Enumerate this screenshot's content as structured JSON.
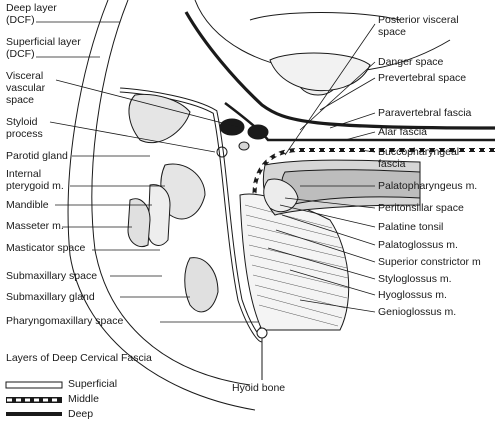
{
  "labels_left": [
    {
      "id": "deep-layer",
      "lines": [
        "Deep layer",
        "(DCF)"
      ]
    },
    {
      "id": "superficial-layer",
      "lines": [
        "Superficial layer",
        "(DCF)"
      ]
    },
    {
      "id": "visceral-vascular-space",
      "lines": [
        "Visceral",
        "vascular",
        "space"
      ]
    },
    {
      "id": "styloid-process",
      "lines": [
        "Styloid",
        "process"
      ]
    },
    {
      "id": "parotid-gland",
      "lines": [
        "Parotid gland"
      ]
    },
    {
      "id": "internal-pterygoid",
      "lines": [
        "Internal",
        "pterygoid m."
      ]
    },
    {
      "id": "mandible",
      "lines": [
        "Mandible"
      ]
    },
    {
      "id": "masseter",
      "lines": [
        "Masseter m."
      ]
    },
    {
      "id": "masticator-space",
      "lines": [
        "Masticator space"
      ]
    },
    {
      "id": "submaxillary-space",
      "lines": [
        "Submaxillary space"
      ]
    },
    {
      "id": "submaxillary-gland",
      "lines": [
        "Submaxillary gland"
      ]
    },
    {
      "id": "pharyngomaxillary-space",
      "lines": [
        "Pharyngomaxillary space"
      ]
    }
  ],
  "labels_right": [
    {
      "id": "posterior-visceral-space",
      "lines": [
        "Posterior visceral",
        "space"
      ]
    },
    {
      "id": "danger-space",
      "lines": [
        "Danger space"
      ]
    },
    {
      "id": "prevertebral-space",
      "lines": [
        "Prevertebral space"
      ]
    },
    {
      "id": "paravertebral-fascia",
      "lines": [
        "Paravertebral fascia"
      ]
    },
    {
      "id": "alar-fascia",
      "lines": [
        "Alar fascia"
      ]
    },
    {
      "id": "buccopharyngeal-fascia",
      "lines": [
        "Buccopharyngeal",
        "fascia"
      ]
    },
    {
      "id": "palatopharyngeus",
      "lines": [
        "Palatopharyngeus m."
      ]
    },
    {
      "id": "peritonsillar-space",
      "lines": [
        "Peritonsillar space"
      ]
    },
    {
      "id": "palatine-tonsil",
      "lines": [
        "Palatine tonsil"
      ]
    },
    {
      "id": "palatoglossus",
      "lines": [
        "Palatoglossus m."
      ]
    },
    {
      "id": "superior-constrictor",
      "lines": [
        "Superior constrictor m"
      ]
    },
    {
      "id": "styloglossus",
      "lines": [
        "Styloglossus m."
      ]
    },
    {
      "id": "hyoglossus",
      "lines": [
        "Hyoglossus m."
      ]
    },
    {
      "id": "genioglossus",
      "lines": [
        "Genioglossus m."
      ]
    }
  ],
  "hyoid_bone": "Hyoid bone",
  "legend": {
    "title": "Layers of Deep Cervical Fascia",
    "items": [
      {
        "id": "superficial",
        "label": "Superficial"
      },
      {
        "id": "middle",
        "label": "Middle"
      },
      {
        "id": "deep",
        "label": "Deep"
      }
    ]
  },
  "colors": {
    "line": "#1a1a1a",
    "shade": "#d6d6d6",
    "light": "#eeeeee"
  }
}
